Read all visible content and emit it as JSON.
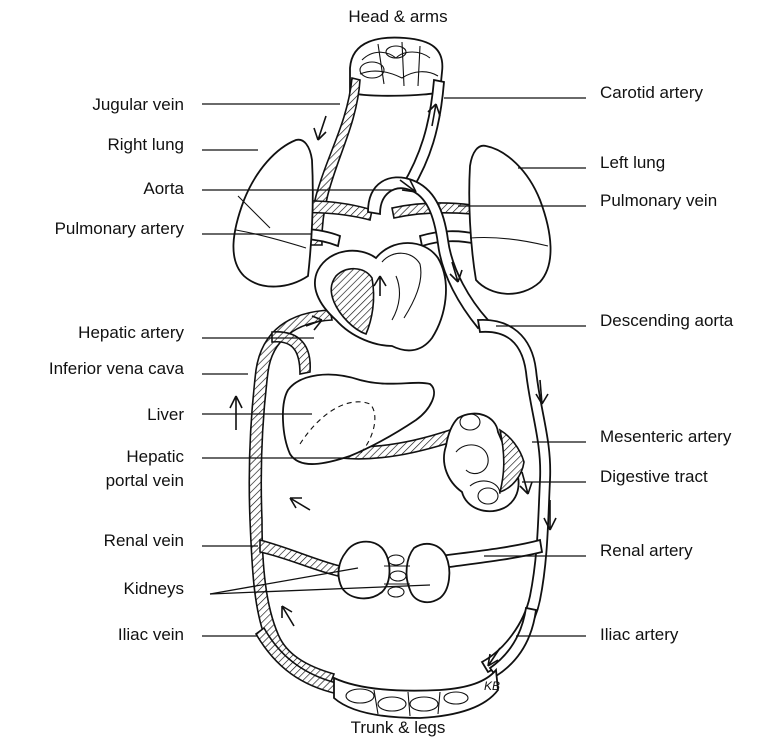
{
  "diagram": {
    "top_label": "Head & arms",
    "bottom_label": "Trunk & legs",
    "signature": "KB",
    "left_labels": {
      "jugular_vein": "Jugular vein",
      "right_lung": "Right lung",
      "aorta": "Aorta",
      "pulmonary_artery": "Pulmonary artery",
      "hepatic_artery": "Hepatic artery",
      "inferior_vena_cava": "Inferior vena cava",
      "liver": "Liver",
      "hepatic_portal_vein_1": "Hepatic",
      "hepatic_portal_vein_2": "portal vein",
      "renal_vein": "Renal vein",
      "kidneys": "Kidneys",
      "iliac_vein": "Iliac vein"
    },
    "right_labels": {
      "carotid_artery": "Carotid artery",
      "left_lung": "Left lung",
      "pulmonary_vein": "Pulmonary vein",
      "descending_aorta": "Descending aorta",
      "mesenteric_artery": "Mesenteric artery",
      "digestive_tract": "Digestive tract",
      "renal_artery": "Renal artery",
      "iliac_artery": "Iliac artery"
    }
  }
}
